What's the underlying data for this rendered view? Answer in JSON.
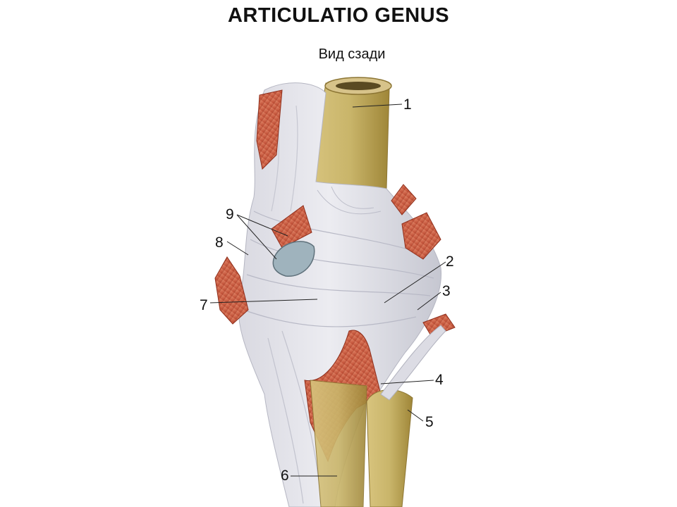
{
  "title": "ARTICULATIO GENUS",
  "subtitle": "Вид сзади",
  "labels": [
    {
      "id": "1",
      "text": "1"
    },
    {
      "id": "2",
      "text": "2"
    },
    {
      "id": "3",
      "text": "3"
    },
    {
      "id": "4",
      "text": "4"
    },
    {
      "id": "5",
      "text": "5"
    },
    {
      "id": "6",
      "text": "6"
    },
    {
      "id": "7",
      "text": "7"
    },
    {
      "id": "8",
      "text": "8"
    },
    {
      "id": "9",
      "text": "9"
    }
  ],
  "colors": {
    "bone": "#c9b56a",
    "bone_dark": "#a88f3e",
    "ligament": "#e4e4ea",
    "ligament_shade": "#c9cad3",
    "muscle": "#c8553a",
    "muscle_light": "#e58a6c",
    "bursa": "#9fb3bd",
    "line": "#222222"
  }
}
